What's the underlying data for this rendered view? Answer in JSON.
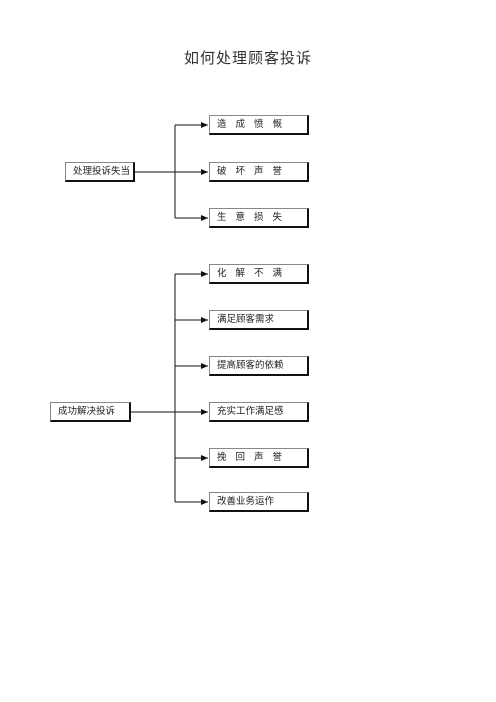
{
  "title": "如何处理顾客投诉",
  "groups": [
    {
      "root": "处理投诉失当",
      "branches": [
        "造 成 愤 慨",
        "破 坏 声 誉",
        "生 意 损 失"
      ]
    },
    {
      "root": "成功解决投诉",
      "branches": [
        "化 解 不 满",
        "满足顾客需求",
        "提高顾客的依赖",
        "充实工作满足感",
        "挽 回 声 誉",
        "改善业务运作"
      ]
    }
  ],
  "colors": {
    "line": "#111111",
    "text": "#222222"
  }
}
